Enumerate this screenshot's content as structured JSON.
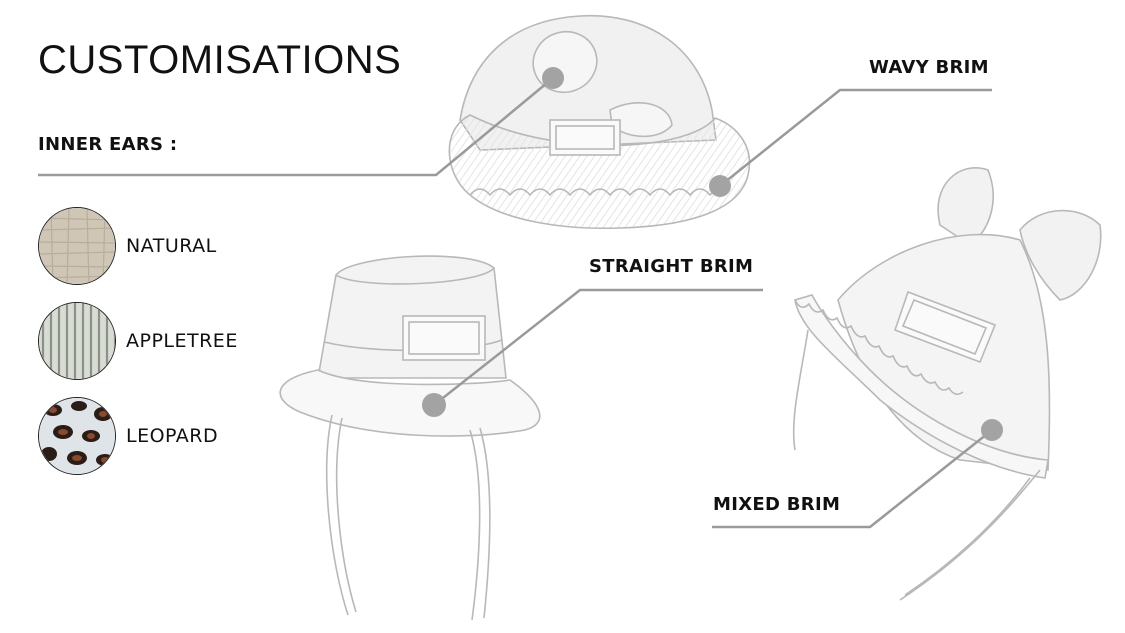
{
  "title": "CUSTOMISATIONS",
  "inner_ears": {
    "heading": "INNER EARS :",
    "options": [
      {
        "name": "NATURAL",
        "pattern": "linen"
      },
      {
        "name": "APPLETREE",
        "pattern": "stripes"
      },
      {
        "name": "LEOPARD",
        "pattern": "leopard"
      }
    ]
  },
  "callouts": {
    "wavy_brim": "WAVY BRIM",
    "straight_brim": "STRAIGHT BRIM",
    "mixed_brim": "MIXED BRIM"
  },
  "colors": {
    "leader_line": "#9a9a9a",
    "marker_dot": "#a3a3a3",
    "sketch_stroke": "#b8b8b8"
  }
}
